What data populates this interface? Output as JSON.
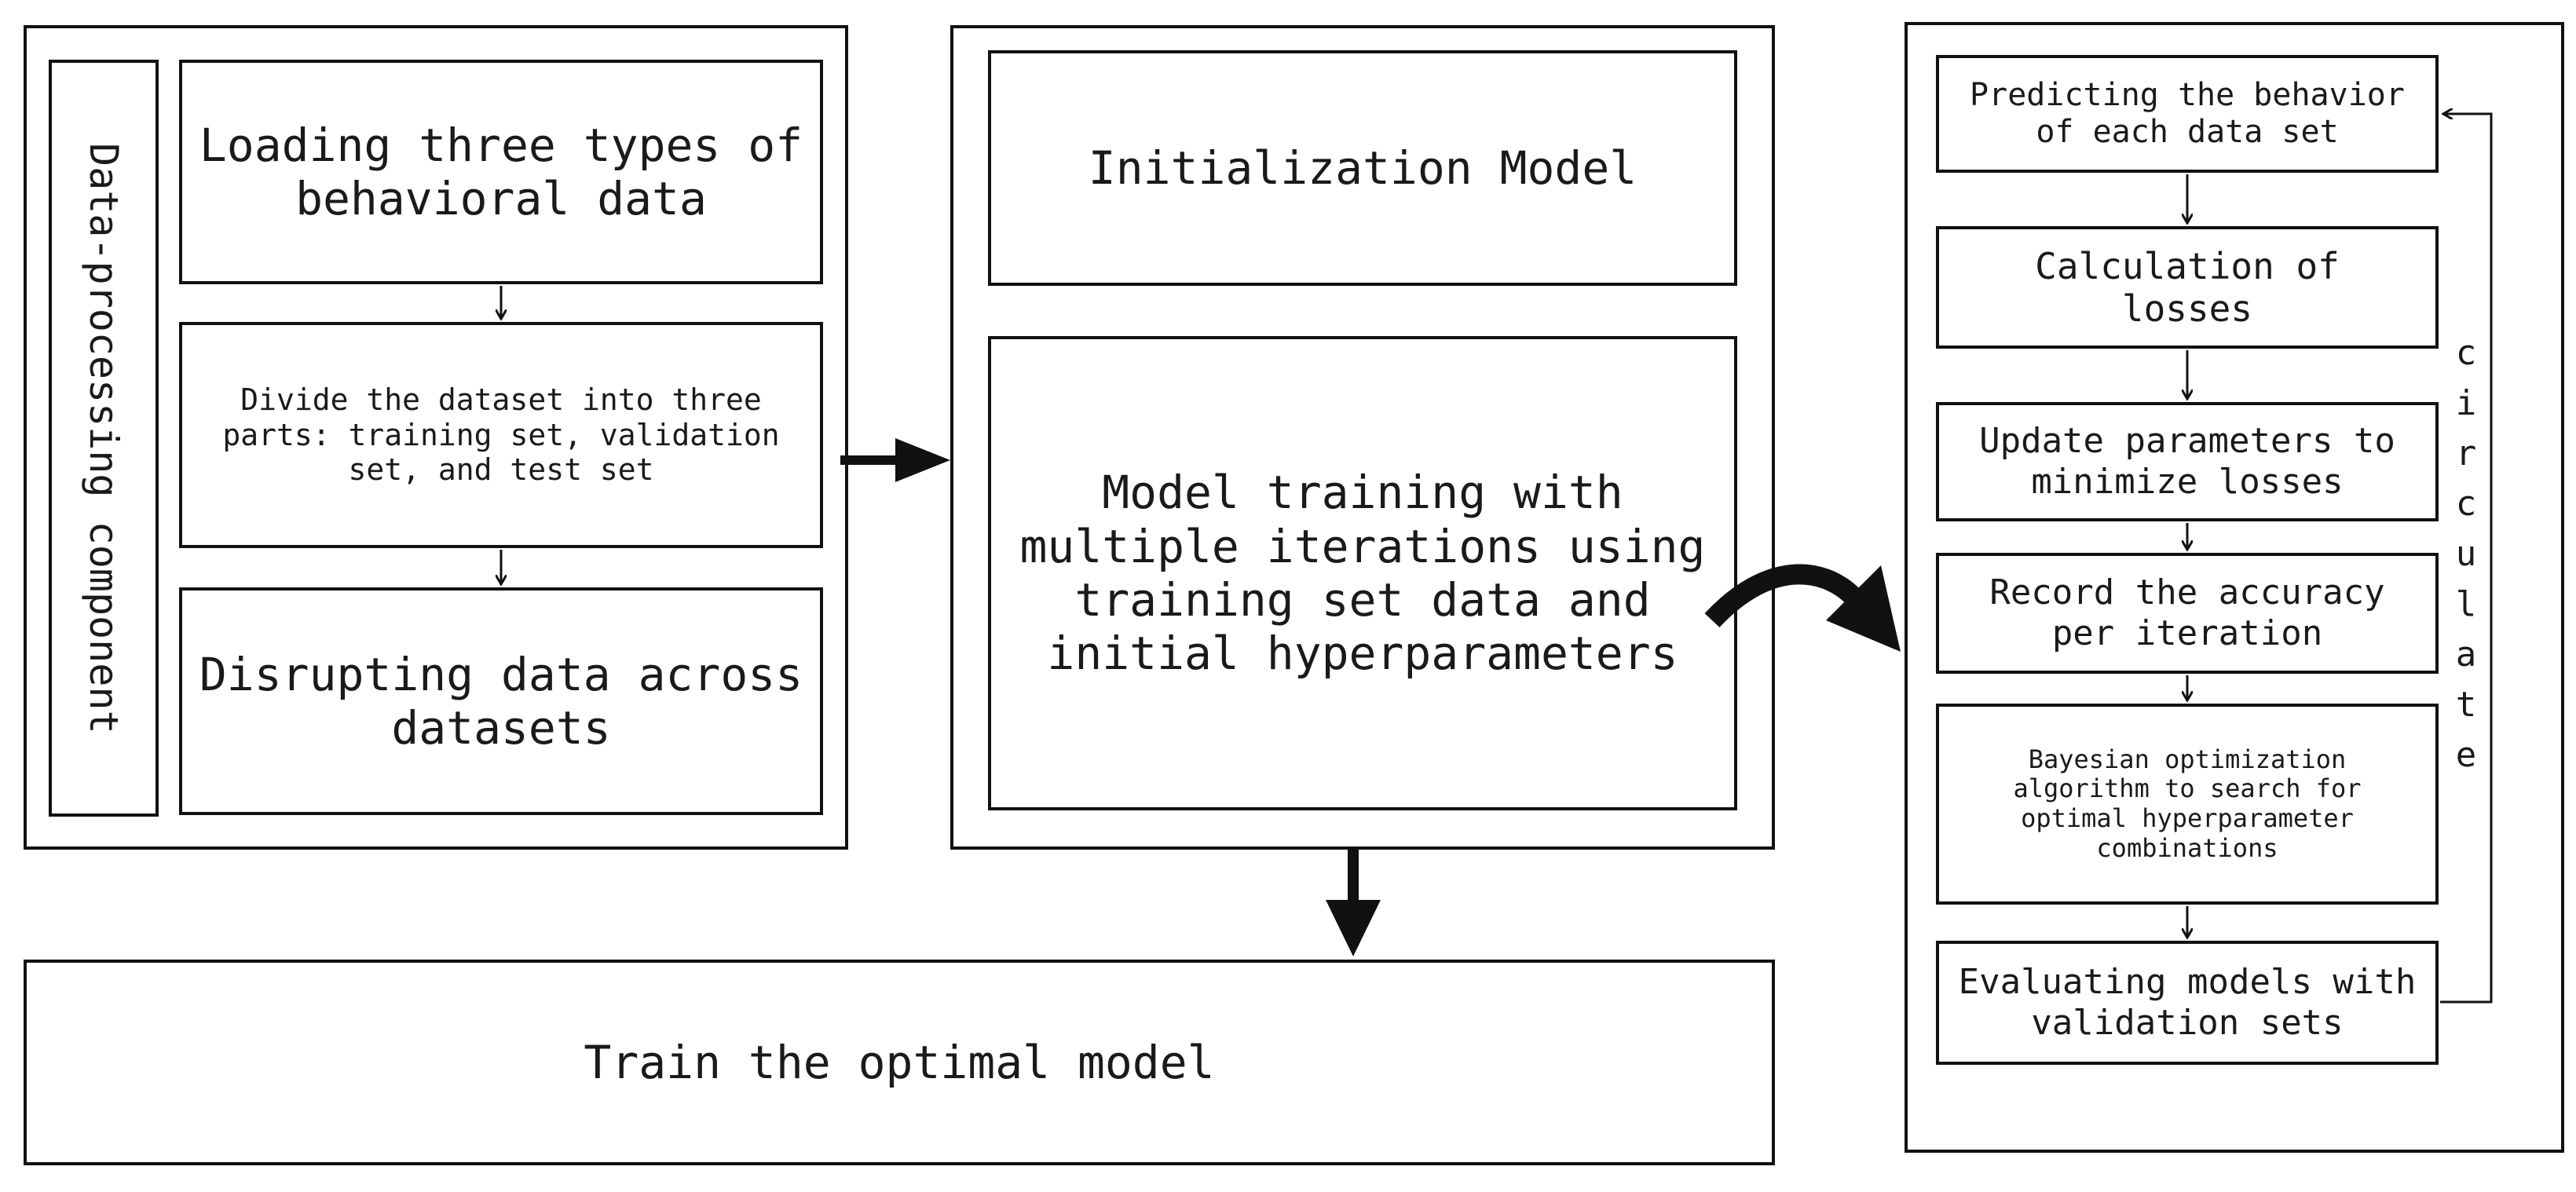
{
  "data_processing": {
    "side_label": "Data-processing component",
    "step1": "Loading three types of behavioral data",
    "step2": "Divide the dataset into three parts: training set, validation set, and test set",
    "step3": "Disrupting data across datasets"
  },
  "model": {
    "init": "Initialization Model",
    "train": "Model training with multiple iterations using training set data and initial hyperparameters"
  },
  "loop": {
    "predict": "Predicting the behavior of each data set",
    "loss": "Calculation of losses",
    "update": "Update parameters to minimize losses",
    "record": "Record the accuracy per iteration",
    "bayes": "Bayesian optimization algorithm to search for optimal hyperparameter combinations",
    "evaluate": "Evaluating models with validation sets",
    "circulate": [
      "c",
      "i",
      "r",
      "c",
      "u",
      "l",
      "a",
      "t",
      "e"
    ]
  },
  "output": {
    "final": "Train the optimal model"
  }
}
